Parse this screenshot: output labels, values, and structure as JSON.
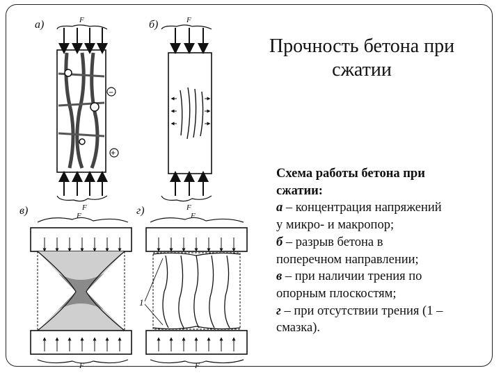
{
  "title": {
    "line1": "Прочность бетона при",
    "line2": "сжатии"
  },
  "caption": {
    "heading_line1": "Схема работы бетона при",
    "heading_line2": "сжатии:",
    "a_letter": "а",
    "a_text1": " – концентрация напряжений",
    "a_text2": "у микро- и макропор;",
    "b_letter": "б",
    "b_text1": " – разрыв бетона в",
    "b_text2": "поперечном направлении;",
    "v_letter": "в",
    "v_text1": " – при наличии трения по",
    "v_text2": "опорным плоскостям;",
    "g_letter": "г",
    "g_text1": " – при отсутствии трения (1 –",
    "g_text2": "смазка)."
  },
  "figure": {
    "panel_a": "а)",
    "panel_b": "б)",
    "panel_v": "в)",
    "panel_g": "г)",
    "force": "F",
    "minus": "−",
    "plus": "+",
    "lubricant_marker": "1"
  }
}
